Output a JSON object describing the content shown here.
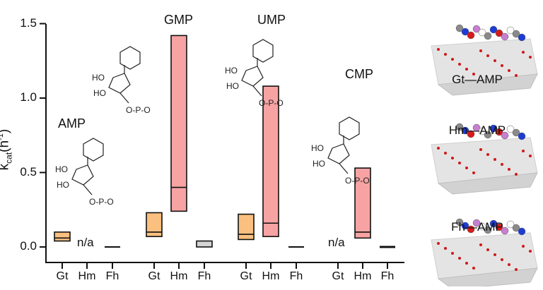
{
  "chart_data": {
    "type": "box",
    "title": "",
    "ylabel": "k_cat (h^-1)",
    "ylabel_parts": {
      "main": "k",
      "sub": "cat",
      "paren": "(h",
      "sup": "-1",
      "close": ")"
    },
    "ylim": [
      -0.1,
      1.5
    ],
    "yticks": [
      "0.0",
      "0.5",
      "1.0",
      "1.5"
    ],
    "ytick_values": [
      0.0,
      0.5,
      1.0,
      1.5
    ],
    "grid": false,
    "groups": [
      "AMP",
      "GMP",
      "UMP",
      "CMP"
    ],
    "categories": [
      "Gt",
      "Hm",
      "Fh"
    ],
    "colors": {
      "Gt": "#f9c07f",
      "Hm": "#f7a3a3",
      "Fh": "#d3d3d3"
    },
    "series": [
      {
        "group": "AMP",
        "boxes": [
          {
            "mineral": "Gt",
            "low": 0.04,
            "median": 0.06,
            "high": 0.1
          },
          {
            "mineral": "Hm",
            "value": "n/a"
          },
          {
            "mineral": "Fh",
            "low": 0.0,
            "median": 0.0,
            "high": 0.0
          }
        ]
      },
      {
        "group": "GMP",
        "boxes": [
          {
            "mineral": "Gt",
            "low": 0.07,
            "median": 0.1,
            "high": 0.23
          },
          {
            "mineral": "Hm",
            "low": 0.24,
            "median": 0.4,
            "high": 1.42
          },
          {
            "mineral": "Fh",
            "low": 0.0,
            "median": 0.02,
            "high": 0.04
          }
        ]
      },
      {
        "group": "UMP",
        "boxes": [
          {
            "mineral": "Gt",
            "low": 0.05,
            "median": 0.085,
            "high": 0.22
          },
          {
            "mineral": "Hm",
            "low": 0.07,
            "median": 0.16,
            "high": 1.08
          },
          {
            "mineral": "Fh",
            "low": 0.0,
            "median": 0.0,
            "high": 0.0
          }
        ]
      },
      {
        "group": "CMP",
        "boxes": [
          {
            "mineral": "Gt",
            "value": "n/a"
          },
          {
            "mineral": "Hm",
            "low": 0.06,
            "median": 0.1,
            "high": 0.53
          },
          {
            "mineral": "Fh",
            "low": 0.0,
            "median": 0.0,
            "high": 0.0
          }
        ]
      }
    ],
    "annotations": [
      "n/a",
      "n/a"
    ],
    "side_panels": [
      "Gt—AMP",
      "Hm—AMP",
      "Fh—AMP"
    ]
  },
  "labels": {
    "groups": [
      "AMP",
      "GMP",
      "UMP",
      "CMP"
    ],
    "na": "n/a",
    "captions": [
      "Gt—AMP",
      "Hm—AMP",
      "Fh—AMP"
    ],
    "xticks": [
      "Gt",
      "Hm",
      "Fh"
    ]
  }
}
